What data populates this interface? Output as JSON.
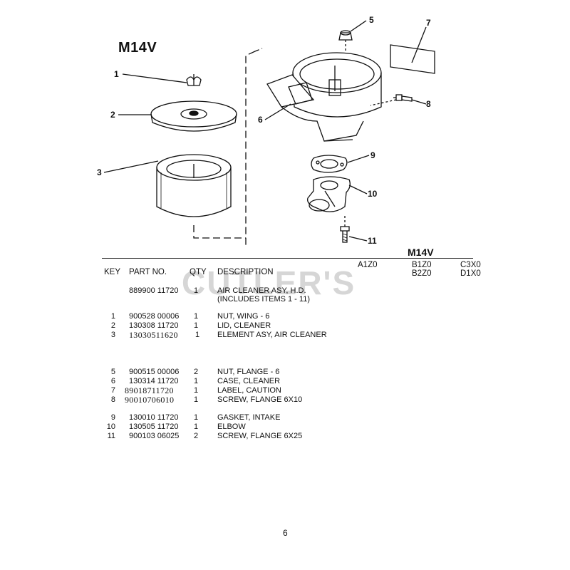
{
  "model_title": "M14V",
  "watermark": "CUTLER'S",
  "diagram_callouts": [
    "1",
    "2",
    "3",
    "5",
    "6",
    "7",
    "8",
    "9",
    "10",
    "11"
  ],
  "table": {
    "model": "M14V",
    "columns": {
      "key": "KEY",
      "part_no": "PART NO.",
      "qty": "QTY",
      "description": "DESCRIPTION"
    },
    "variants": [
      "A1Z0",
      "B1Z0",
      "B2Z0",
      "C3X0",
      "D1X0"
    ],
    "rows": [
      {
        "key": "",
        "part_no": "889900 11720",
        "qty": "1",
        "description": "AIR CLEANER ASY, H.D.",
        "description2": "(INCLUDES ITEMS  1 - 11)"
      },
      {
        "key": "1",
        "part_no": "900528 00006",
        "qty": "1",
        "description": "NUT, WING - 6"
      },
      {
        "key": "2",
        "part_no": "130308 11720",
        "qty": "1",
        "description": "LID, CLEANER"
      },
      {
        "key": "3",
        "part_no": "13030511620",
        "qty": "1",
        "description": "ELEMENT ASY, AIR CLEANER"
      },
      {
        "key": "5",
        "part_no": "900515 00006",
        "qty": "2",
        "description": "NUT, FLANGE - 6"
      },
      {
        "key": "6",
        "part_no": "130314 11720",
        "qty": "1",
        "description": "CASE, CLEANER"
      },
      {
        "key": "7",
        "part_no": "89018711720",
        "qty": "1",
        "description": "LABEL, CAUTION"
      },
      {
        "key": "8",
        "part_no": "90010706010",
        "qty": "1",
        "description": "SCREW, FLANGE  6X10"
      },
      {
        "key": "9",
        "part_no": "130010 11720",
        "qty": "1",
        "description": "GASKET, INTAKE"
      },
      {
        "key": "10",
        "part_no": "130505 11720",
        "qty": "1",
        "description": "ELBOW"
      },
      {
        "key": "11",
        "part_no": "900103 06025",
        "qty": "2",
        "description": "SCREW, FLANGE  6X25"
      }
    ]
  },
  "page_number": "6"
}
